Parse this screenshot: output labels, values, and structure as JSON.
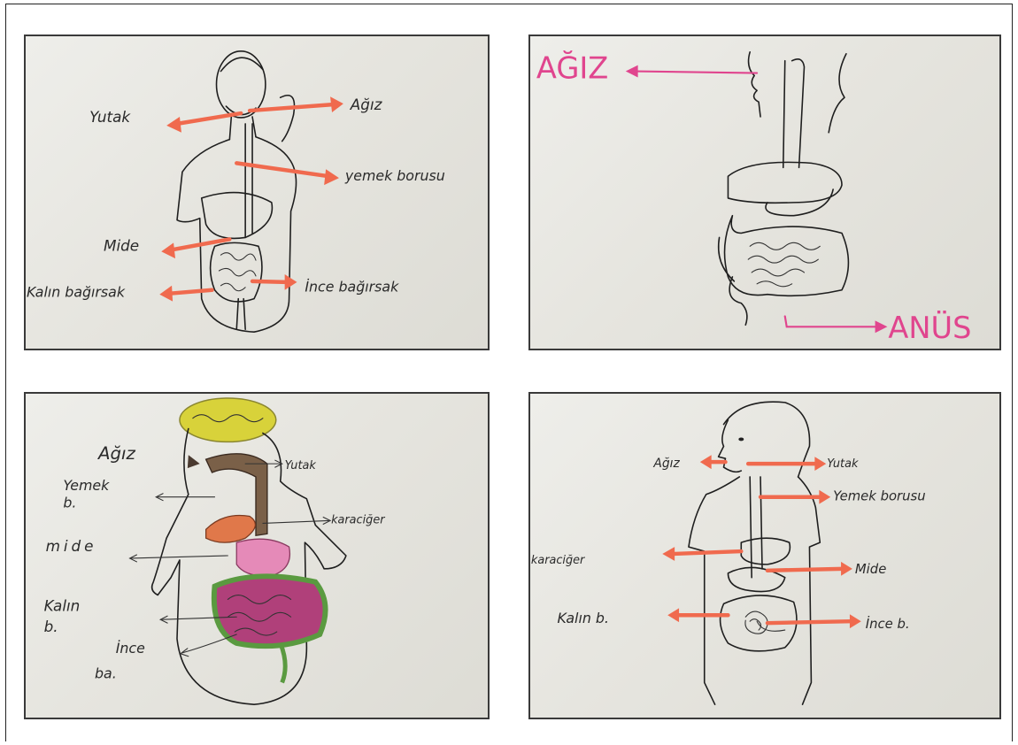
{
  "panels": [
    {
      "labels": {
        "agiz": "Ağız",
        "yutak": "Yutak",
        "yemek_borusu": "yemek borusu",
        "mide": "Mide",
        "kalin_bagirsak": "Kalın bağırsak",
        "ince_bagirsak": "İnce bağırsak"
      }
    },
    {
      "labels": {
        "agiz": "AĞIZ",
        "anus": "ANÜS"
      }
    },
    {
      "labels": {
        "agiz": "Ağız",
        "yutak": "Yutak",
        "yemek_b_1": "Yemek",
        "yemek_b_2": "b.",
        "karaciger": "karaciğer",
        "mide": "mide",
        "kalin_b_1": "Kalın",
        "kalin_b_2": "b.",
        "ince_ba_1": "İnce",
        "ince_ba_2": "ba."
      }
    },
    {
      "labels": {
        "agiz": "Ağız",
        "yutak": "Yutak",
        "yemek_borusu": "Yemek borusu",
        "karaciger": "karaciğer",
        "mide": "Mide",
        "kalin_b": "Kalın b.",
        "ince_b": "İnce b."
      }
    }
  ],
  "colors": {
    "arrow_orange": "#f06a4e",
    "label_pink": "#e0458e",
    "organ_liver": "#e0784a",
    "organ_stomach": "#e58ab8",
    "organ_intestine_green": "#5a9a40",
    "organ_intestine_purple": "#b0407a",
    "hair_yellow": "#d8d23a",
    "paper": "#e8e7e1"
  }
}
